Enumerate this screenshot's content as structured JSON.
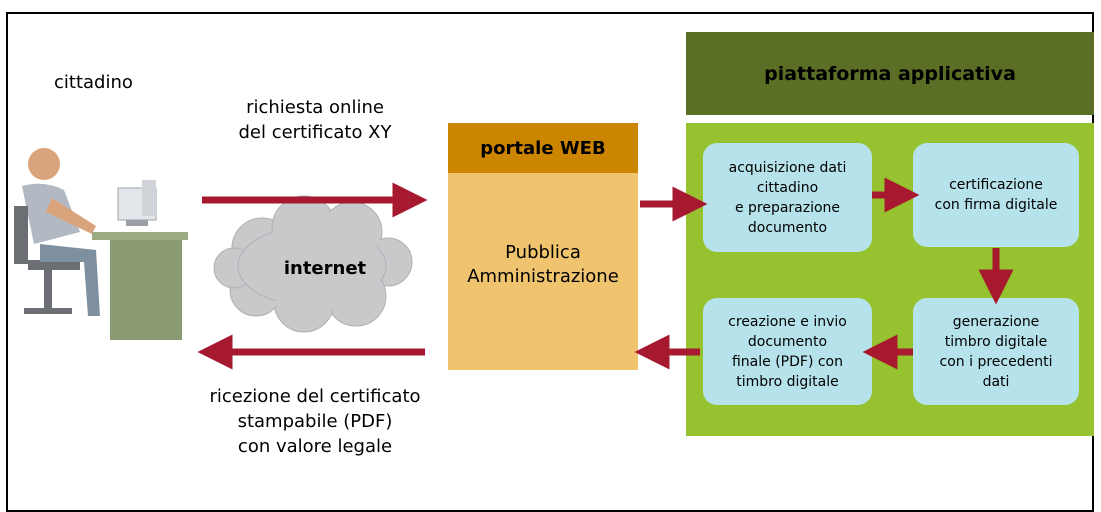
{
  "citizen": {
    "label": "cittadino"
  },
  "request": {
    "line1": "richiesta online",
    "line2": "del certificato XY"
  },
  "network": {
    "label": "internet"
  },
  "response": {
    "line1": "ricezione del certificato",
    "line2": "stampabile (PDF)",
    "line3": "con valore legale"
  },
  "portal": {
    "title": "portale WEB",
    "body_line1": "Pubblica",
    "body_line2": "Amministrazione"
  },
  "platform": {
    "title": "piattaforma applicativa",
    "steps": [
      {
        "label": "acquisizione dati\ncittadino\ne preparazione\ndocumento"
      },
      {
        "label": "certificazione\ncon firma digitale"
      },
      {
        "label": "generazione\ntimbro digitale\ncon i precedenti\ndati"
      },
      {
        "label": "creazione e invio\ndocumento\nfinale (PDF) con\ntimbro digitale"
      }
    ]
  },
  "colors": {
    "arrow": "#a6192e",
    "platform_header": "#5b6e25",
    "platform_body": "#97c230",
    "step_box": "#b6e3eb",
    "portal_header": "#cc8500",
    "portal_body": "#f0c46e",
    "cloud": "#c9c9cc"
  }
}
